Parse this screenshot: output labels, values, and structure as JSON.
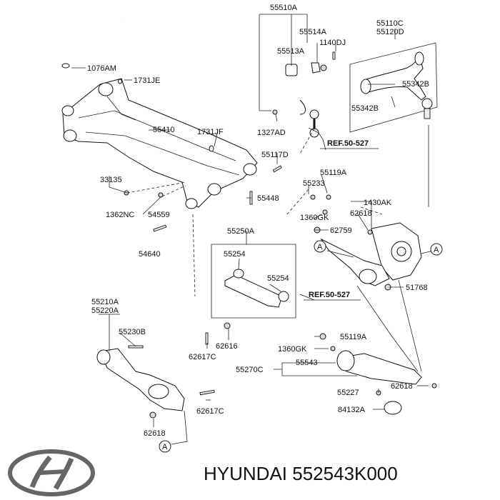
{
  "labels": {
    "l55510A": "55510A",
    "l55514A": "55514A",
    "l1140DJ": "1140DJ",
    "l55513A": "55513A",
    "l55110C": "55110C",
    "l55120D": "55120D",
    "l1076AM": "1076AM",
    "l1731JE": "1731JE",
    "l55342B_top": "55342B",
    "l55342B_bot": "55342B",
    "l55410": "55410",
    "l1731JF": "1731JF",
    "l1327AD": "1327AD",
    "l55117D": "55117D",
    "l55119A_top": "55119A",
    "l33135": "33135",
    "l55233": "55233",
    "l55448": "55448",
    "l1430AK": "1430AK",
    "l1362NC": "1362NC",
    "l54559": "54559",
    "l62618_top": "62618",
    "l1360GK_top": "1360GK",
    "l62759": "62759",
    "l55250A": "55250A",
    "l54640": "54640",
    "l55254_a": "55254",
    "l55254_b": "55254",
    "l51768": "51768",
    "l55210A": "55210A",
    "l55220A": "55220A",
    "l55230B": "55230B",
    "l62616": "62616",
    "l62617C_top": "62617C",
    "l55119A_bot": "55119A",
    "l1360GK_bot": "1360GK",
    "l55270C": "55270C",
    "l55543": "55543",
    "l62618_mid": "62618",
    "l55227": "55227",
    "l62617C_bot": "62617C",
    "l84132A": "84132A",
    "l62618_bot": "62618"
  },
  "refs": {
    "ref_top": "REF.50-527",
    "ref_mid": "REF.50-527"
  },
  "markers": {
    "a1": "A",
    "a2": "A",
    "a3": "A"
  },
  "brand": {
    "text": "HYUNDAI 552543K000"
  }
}
